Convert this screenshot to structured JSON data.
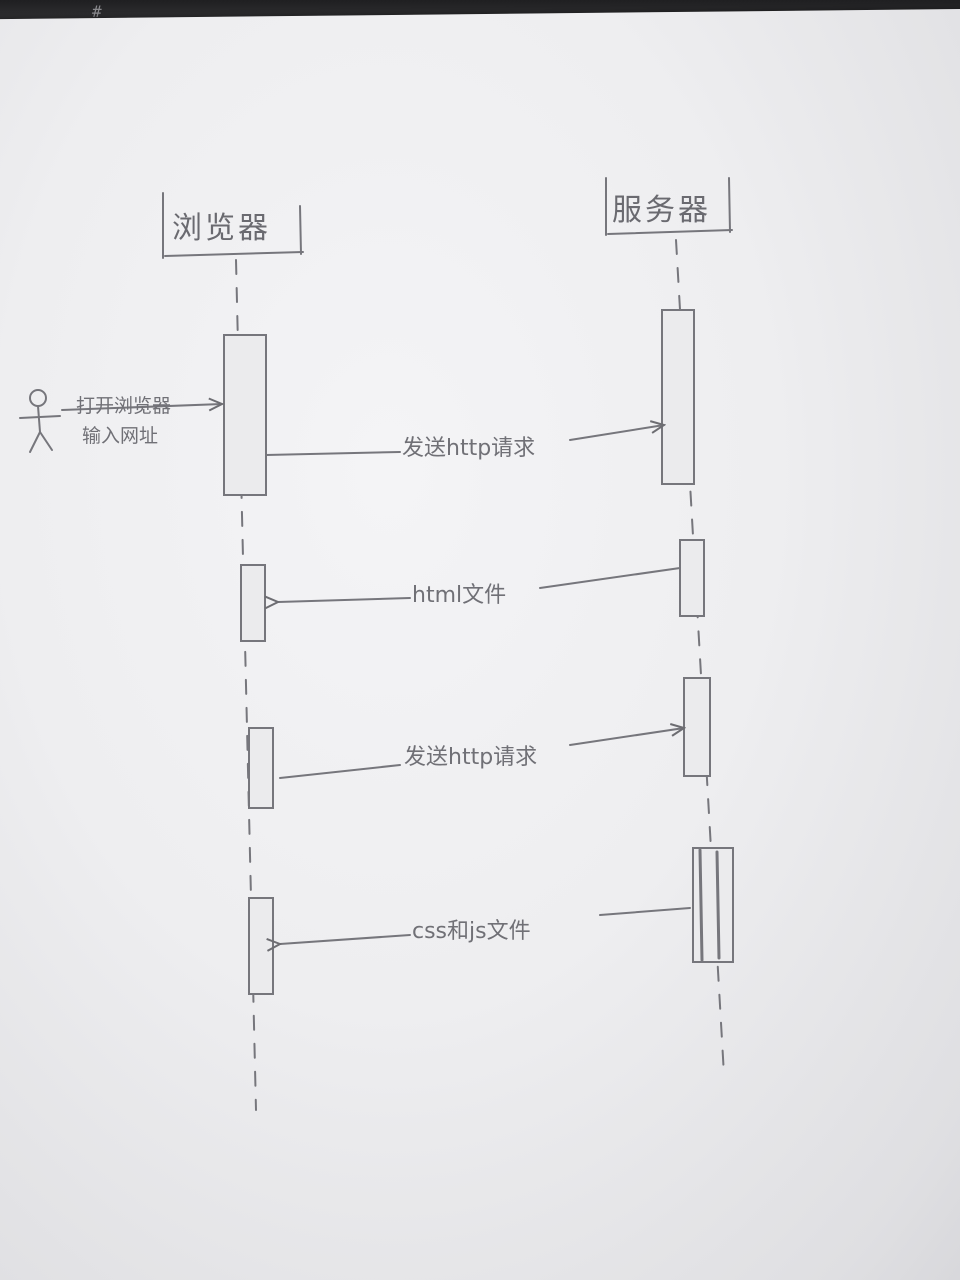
{
  "participants": {
    "browser": "浏览器",
    "server": "服务器"
  },
  "actor": {
    "line1": "打开浏览器",
    "line2": "输入网址"
  },
  "messages": [
    {
      "label": "发送http请求",
      "from": "browser",
      "to": "server"
    },
    {
      "label": "html文件",
      "from": "server",
      "to": "browser"
    },
    {
      "label": "发送http请求",
      "from": "browser",
      "to": "server"
    },
    {
      "label": "css和js文件",
      "from": "server",
      "to": "browser"
    }
  ],
  "keyboard": {
    "hash_key": "#"
  },
  "colors": {
    "pencil": "#6d6d72",
    "paper": "#eeeef0",
    "background": "#2c2c2e"
  }
}
